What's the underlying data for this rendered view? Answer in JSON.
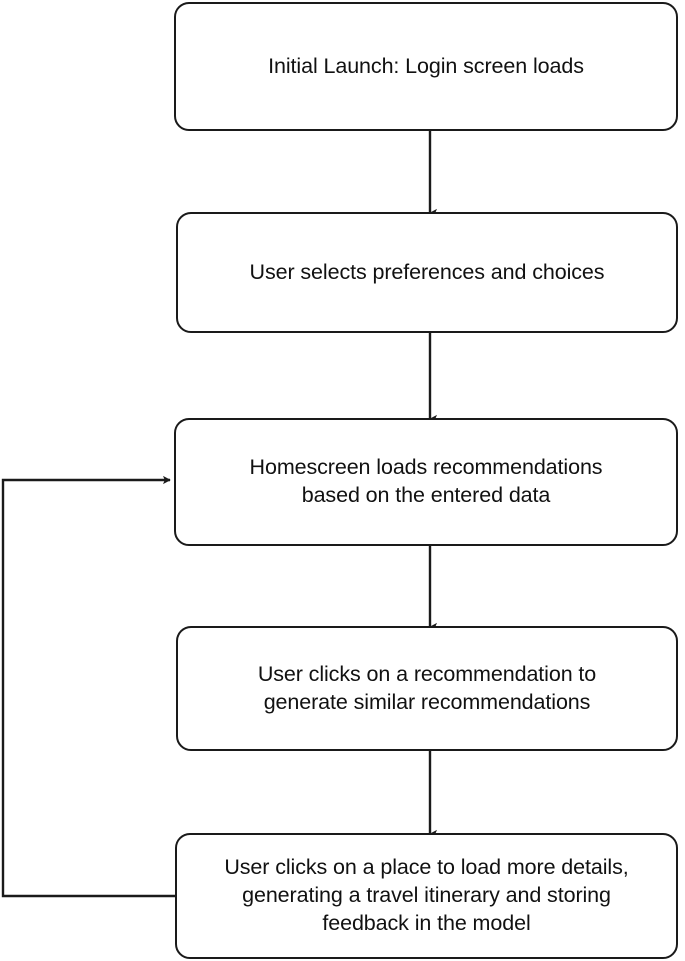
{
  "diagram": {
    "type": "flowchart",
    "orientation": "vertical-top-down",
    "background_color": "#ffffff",
    "stroke_color": "#1a1a1a",
    "text_color": "#111111",
    "nodes": [
      {
        "id": "login",
        "shape": "rounded-rectangle",
        "label": "Initial Launch: Login screen loads"
      },
      {
        "id": "preferences",
        "shape": "rounded-rectangle",
        "label": "User selects preferences and choices"
      },
      {
        "id": "homescreen",
        "shape": "rounded-rectangle",
        "label": "Homescreen loads recommendations\nbased on the entered data"
      },
      {
        "id": "similar_recs",
        "shape": "rounded-rectangle",
        "label": "User clicks on a recommendation to\ngenerate similar recommendations"
      },
      {
        "id": "details",
        "shape": "rounded-rectangle",
        "label": "User clicks on a place to load more details,\ngenerating a travel itinerary and storing\nfeedback in the model"
      }
    ],
    "edges": [
      {
        "id": "login-to-preferences",
        "from": "login",
        "to": "preferences",
        "style": "straight-arrow",
        "direction": "down",
        "label": ""
      },
      {
        "id": "preferences-to-homescreen",
        "from": "preferences",
        "to": "homescreen",
        "style": "straight-arrow",
        "direction": "down",
        "label": ""
      },
      {
        "id": "homescreen-to-similar-recs",
        "from": "homescreen",
        "to": "similar_recs",
        "style": "straight-arrow",
        "direction": "down",
        "label": ""
      },
      {
        "id": "similar-recs-to-details",
        "from": "similar_recs",
        "to": "details",
        "style": "straight-arrow",
        "direction": "down",
        "label": ""
      },
      {
        "id": "details-to-homescreen-loop",
        "from": "details",
        "to": "homescreen",
        "style": "orthogonal-feedback-arrow",
        "direction": "left-up-right",
        "label": ""
      }
    ]
  }
}
